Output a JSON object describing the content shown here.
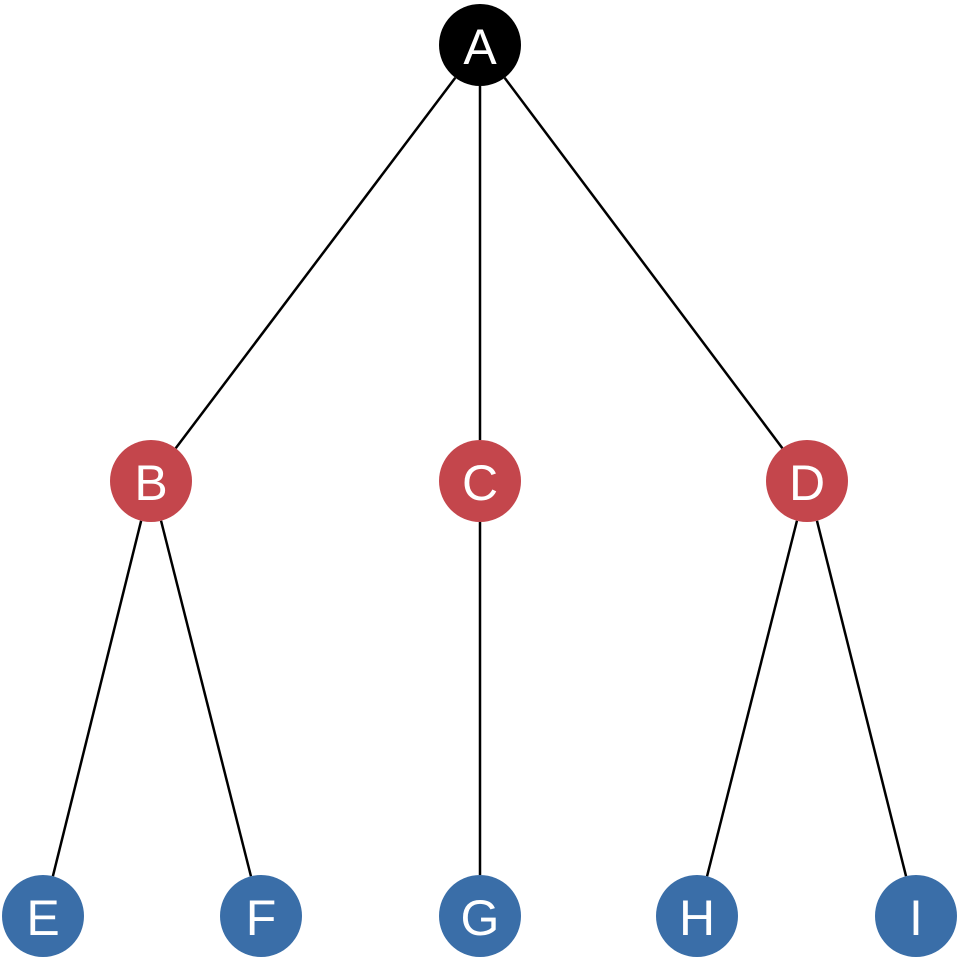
{
  "diagram": {
    "type": "tree",
    "colors": {
      "root": "#000000",
      "level1": "#c4464c",
      "level2": "#3a6ea8",
      "edge": "#000000",
      "label": "#ffffff"
    },
    "nodes": [
      {
        "id": "A",
        "label": "A",
        "level": 0
      },
      {
        "id": "B",
        "label": "B",
        "level": 1
      },
      {
        "id": "C",
        "label": "C",
        "level": 1
      },
      {
        "id": "D",
        "label": "D",
        "level": 1
      },
      {
        "id": "E",
        "label": "E",
        "level": 2
      },
      {
        "id": "F",
        "label": "F",
        "level": 2
      },
      {
        "id": "G",
        "label": "G",
        "level": 2
      },
      {
        "id": "H",
        "label": "H",
        "level": 2
      },
      {
        "id": "I",
        "label": "I",
        "level": 2
      }
    ],
    "edges": [
      {
        "from": "A",
        "to": "B"
      },
      {
        "from": "A",
        "to": "C"
      },
      {
        "from": "A",
        "to": "D"
      },
      {
        "from": "B",
        "to": "E"
      },
      {
        "from": "B",
        "to": "F"
      },
      {
        "from": "C",
        "to": "G"
      },
      {
        "from": "D",
        "to": "H"
      },
      {
        "from": "D",
        "to": "I"
      }
    ]
  }
}
